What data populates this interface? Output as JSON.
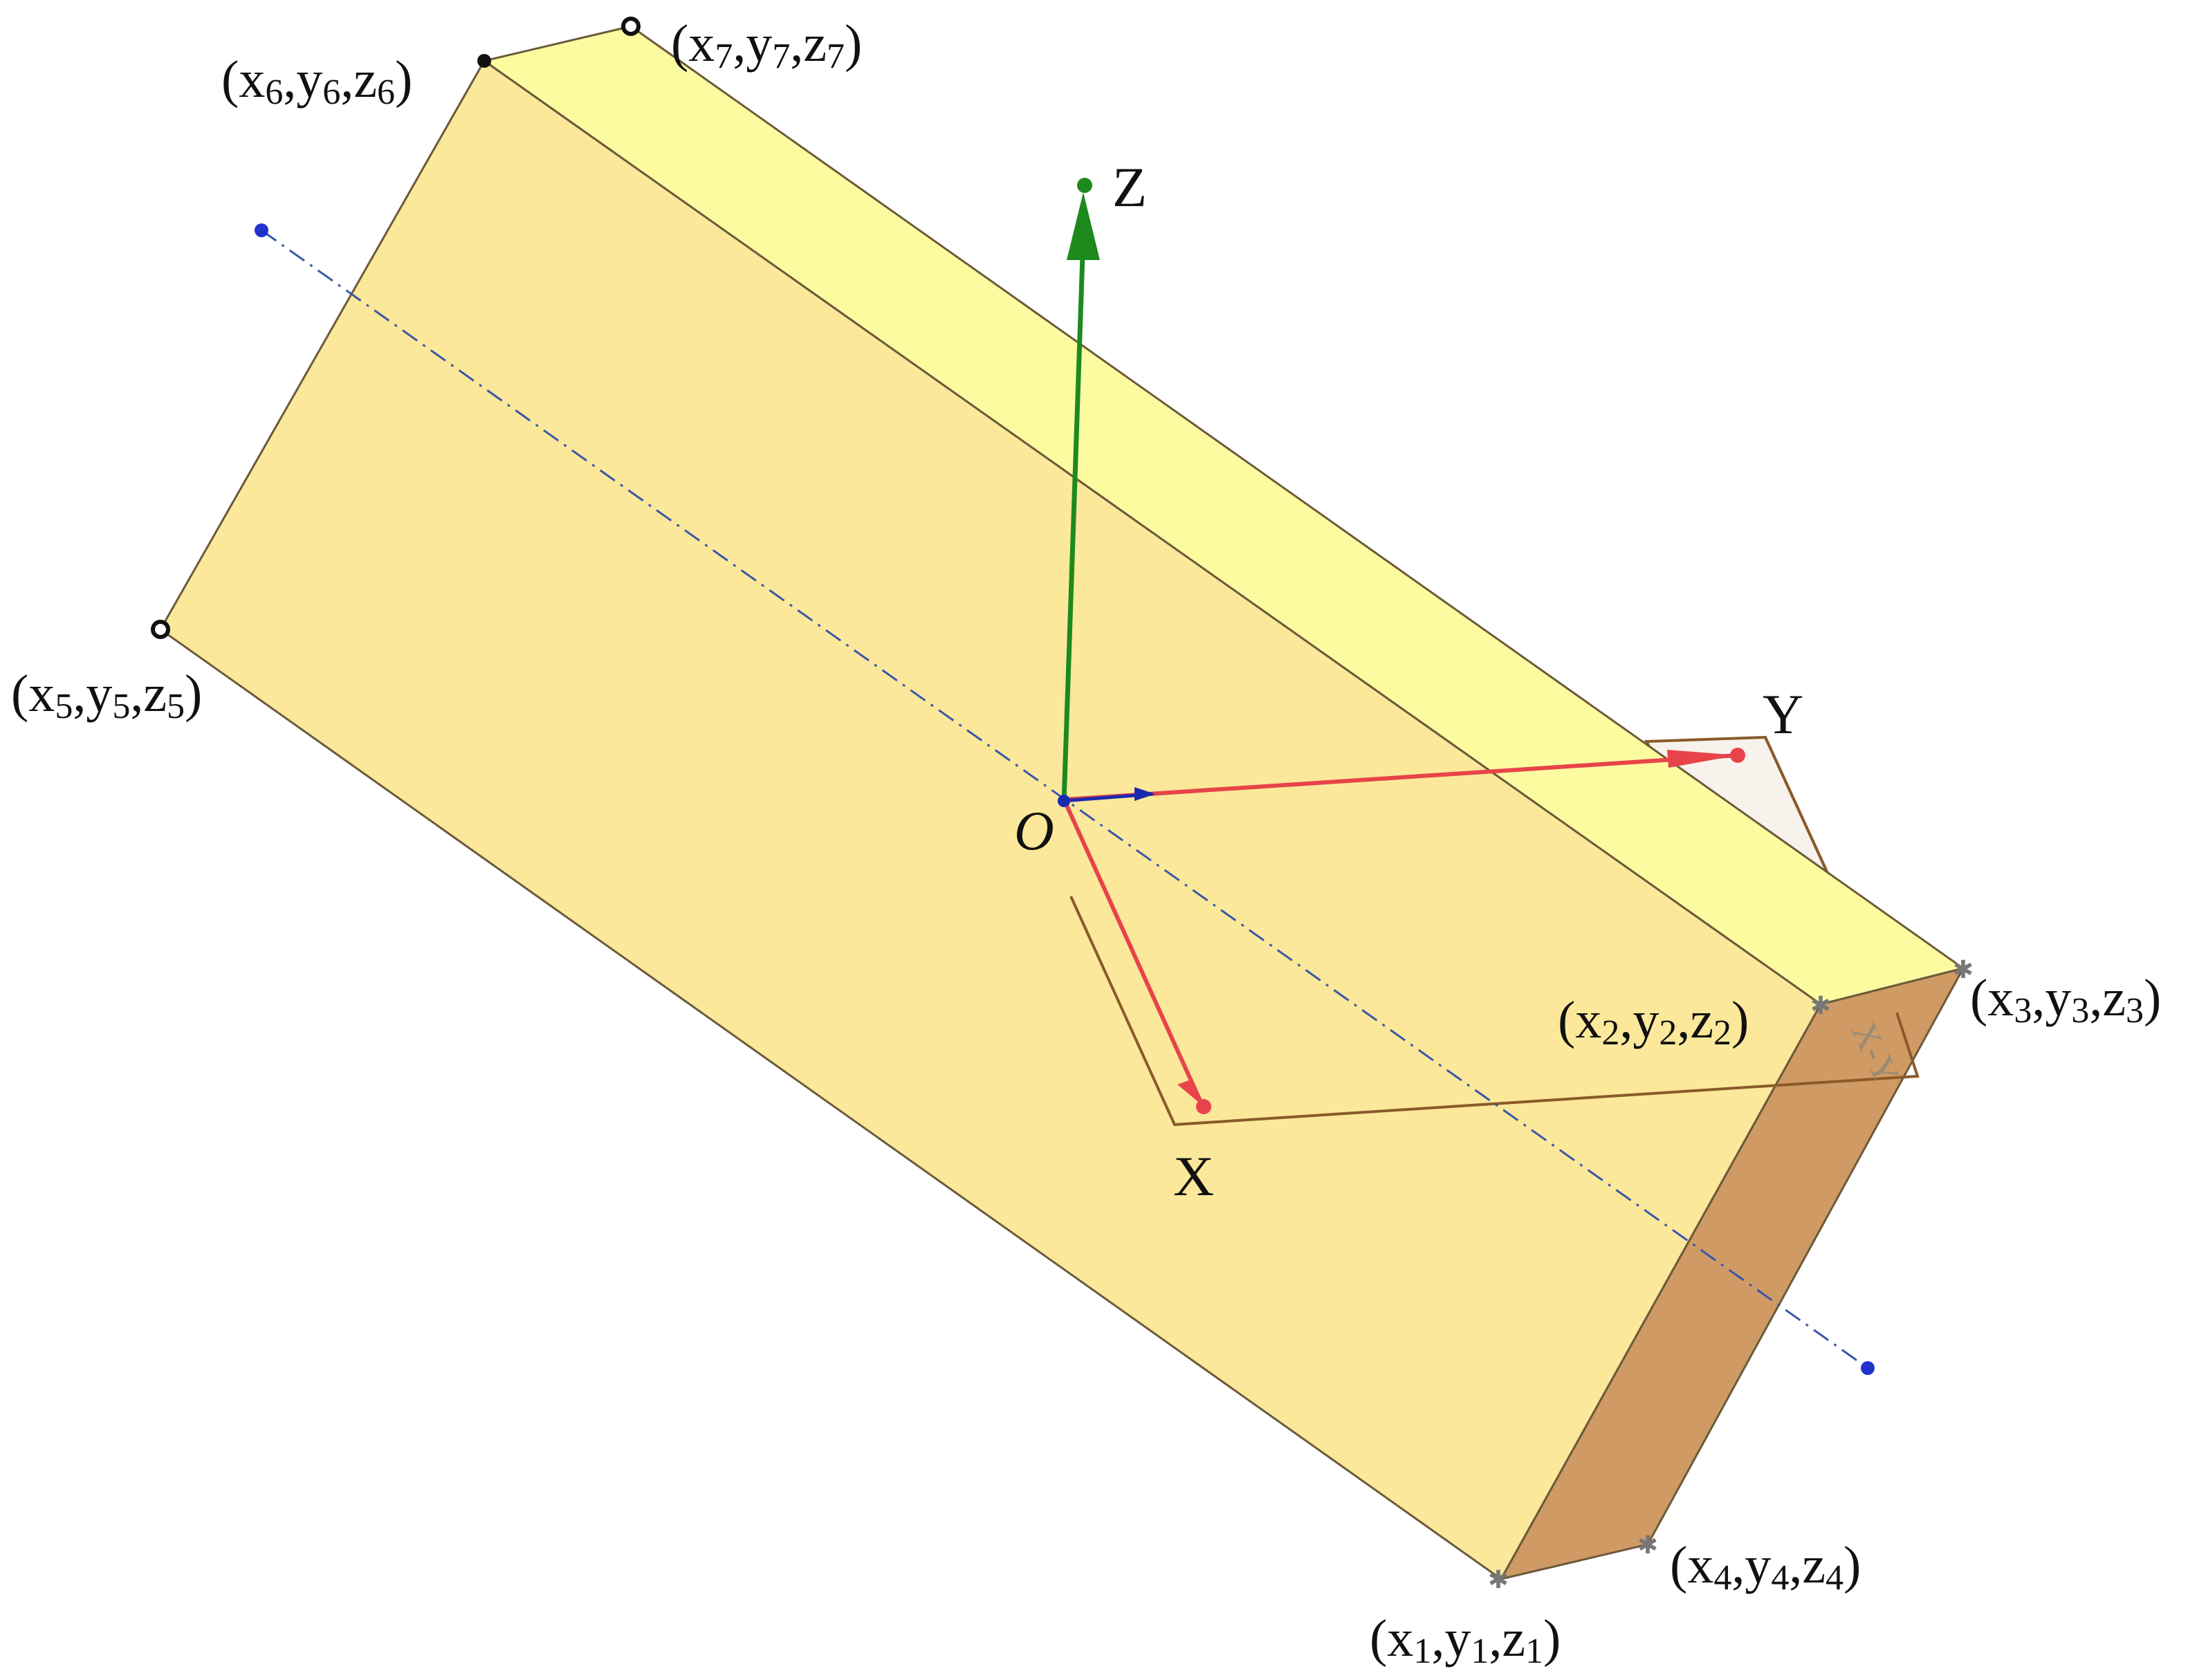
{
  "diagram": {
    "axes": {
      "x_label": "X",
      "y_label": "Y",
      "z_label": "Z",
      "origin_label": "O"
    },
    "plane_label": "X-Y",
    "vertices": [
      {
        "base": "(x",
        "s1": "1",
        "s2": "1",
        "s3": "1"
      },
      {
        "base": "(x",
        "s1": "2",
        "s2": "2",
        "s3": "2"
      },
      {
        "base": "(x",
        "s1": "3",
        "s2": "3",
        "s3": "3"
      },
      {
        "base": "(x",
        "s1": "4",
        "s2": "4",
        "s3": "4"
      },
      {
        "base": "(x",
        "s1": "5",
        "s2": "5",
        "s3": "5"
      },
      {
        "base": "(x",
        "s1": "6",
        "s2": "6",
        "s3": "6"
      },
      {
        "base": "(x",
        "s1": "7",
        "s2": "7",
        "s3": "7"
      }
    ],
    "colors": {
      "front_face": "#fbe89a",
      "top_face": "#fdfba0",
      "end_face": "#cf9a64",
      "edge": "#6b5a3a",
      "z_axis": "#1e8a1e",
      "xy_axes": "#e8434a",
      "center_line": "#3a57a8",
      "plane_outline": "#8a5a2a"
    }
  }
}
